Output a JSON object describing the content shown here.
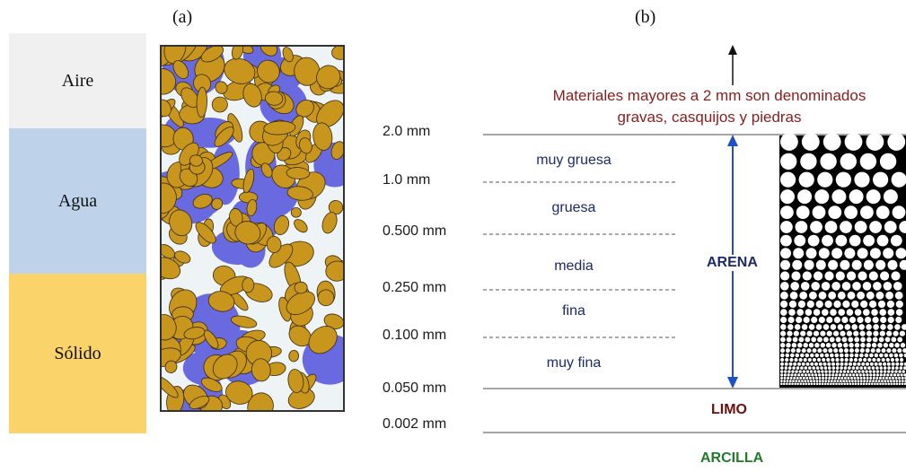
{
  "panels": {
    "a_label": "(a)",
    "b_label": "(b)"
  },
  "phases": {
    "air": "Aire",
    "water": "Agua",
    "solid": "Sólido"
  },
  "colors": {
    "air": "#f0f0f0",
    "water": "#bed3ea",
    "solid": "#fbd36b",
    "grain": "#c8961c",
    "pore_water": "#6a6ae0",
    "arrow": "#1f4fc9",
    "note": "#8b1c1c",
    "sand": "#1b2a6b",
    "silt": "#6b0f0f",
    "clay": "#1f7a2a"
  },
  "grain_sizes": [
    "2.0 mm",
    "1.0 mm",
    "0.500 mm",
    "0.250 mm",
    "0.100 mm",
    "0.050 mm",
    "0.002 mm"
  ],
  "sand_classes": [
    "muy gruesa",
    "gruesa",
    "media",
    "fina",
    "muy fina"
  ],
  "categories": {
    "sand": "ARENA",
    "silt": "LIMO",
    "clay": "ARCILLA"
  },
  "note": {
    "line1": "Materiales mayores a 2 mm son denominados",
    "line2": "gravas, casquijos y piedras"
  }
}
